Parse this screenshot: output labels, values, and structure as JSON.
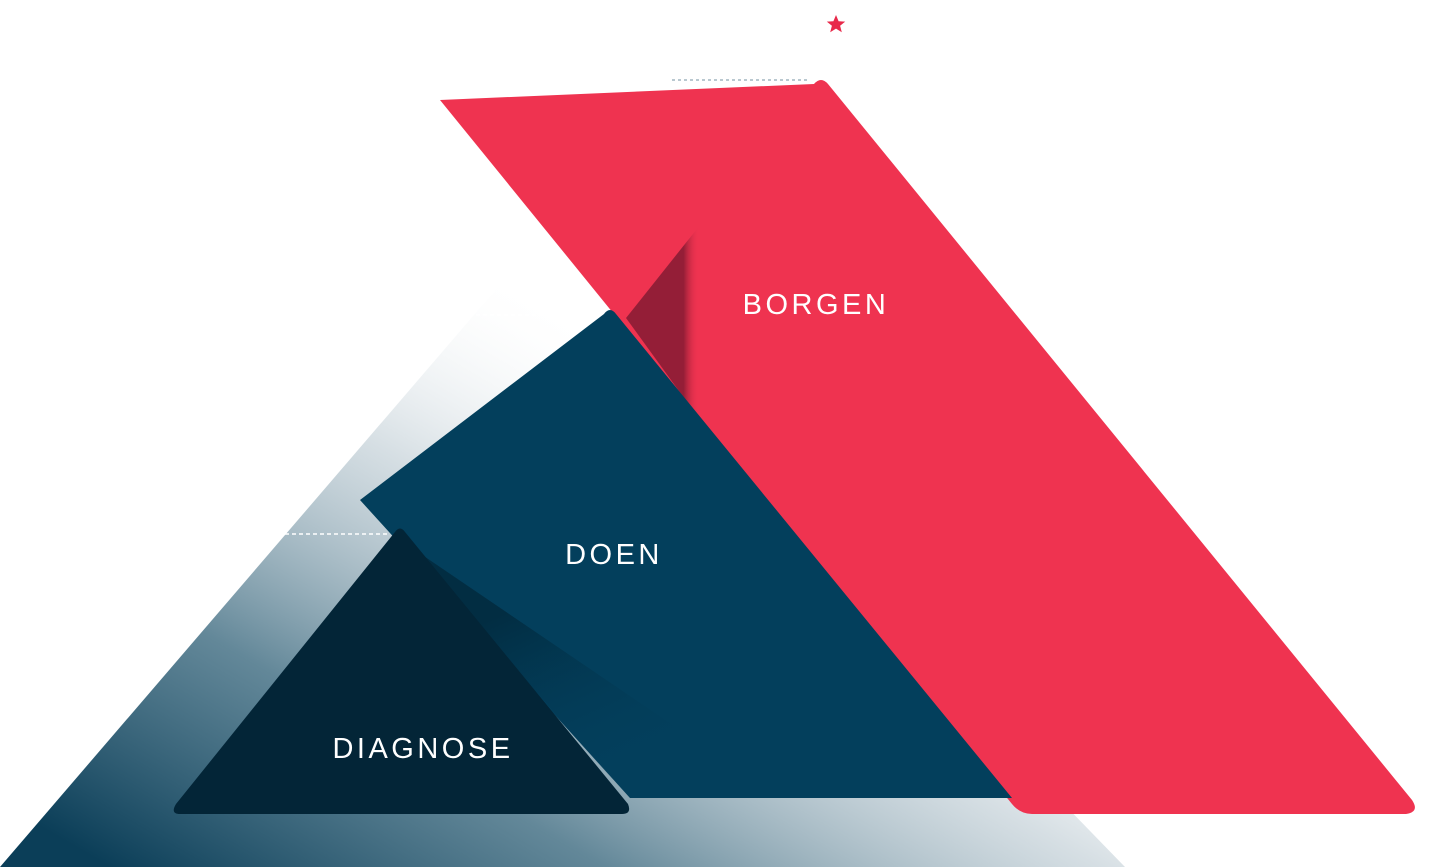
{
  "diagram": {
    "levels": [
      {
        "id": "diagnose",
        "label": "DIAGNOSE",
        "color": "#032537"
      },
      {
        "id": "doen",
        "label": "DOEN",
        "color": "#033f5c"
      },
      {
        "id": "borgen",
        "label": "BORGEN",
        "color": "#ef3350"
      }
    ],
    "shadow_color": "#0b3e58",
    "summit_icon": "star-icon",
    "summit_color": "#e8294a"
  }
}
